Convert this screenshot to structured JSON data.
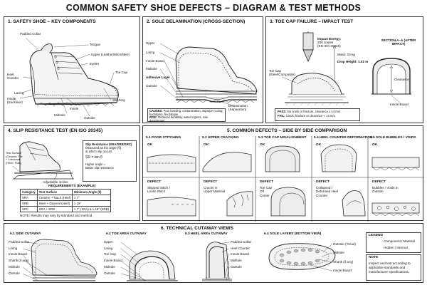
{
  "title": "COMMON SAFETY SHOE DEFECTS – DIAGRAM & TEST METHODS",
  "p1": {
    "heading": "1. SAFETY SHOE – KEY COMPONENTS",
    "labels": [
      "Padded Collar",
      "Tongue",
      "Upper (Leather/Microfiber)",
      "Eyelet",
      "Toe Cap",
      "Heel Counter",
      "Stitching",
      "Insole (Sockliner)",
      "Midsole",
      "Outsole",
      "Lacing",
      "Insole"
    ]
  },
  "p2": {
    "heading": "2. SOLE DELAMINATION (CROSS-SECTION)",
    "labels": [
      "Upper",
      "Lining",
      "Insole Board",
      "Midsole",
      "Adhesive Layer",
      "Outsole",
      "Delamination (Separation)"
    ],
    "causes_label": "CAUSES:",
    "causes_text": "Poor bonding, contamination, improper curing, hydrolysis, flex fatigue.",
    "risk_label": "RISK:",
    "risk_text": "Reduced durability, water ingress, sole detachment."
  },
  "p3": {
    "heading": "3. TOE CAP FAILURE – IMPACT TEST",
    "impact_lines": [
      "Impact Energy:",
      "200 Joules",
      "(EN ISO 20345)"
    ],
    "mass": "Mass: 20 kg",
    "drop": "Drop Height: 1.02 m",
    "toe_cap": "Toe Cap (Steel/Composite)",
    "section": "SECTION A–A (AFTER IMPACT)",
    "clearance": "Clearance",
    "insole_board": "Insole Board",
    "pass_label": "PASS:",
    "pass_text": "No crack or fracture, clearance ≥ 14 mm",
    "fail_label": "FAIL:",
    "fail_text": "Crack, fracture or clearance < 14 mm"
  },
  "p4": {
    "heading": "4. SLIP RESISTANCE TEST (EN ISO 20345)",
    "test_surface": "Test Surface (Ceramic Tile + Lubricant (Heel / Flat))",
    "adjustable": "Adjustable incline",
    "sr_title": "Slip Resistance (SRA/SRB/SRC)",
    "sr_lines": [
      "Measured as the angle (θ)",
      "at which slip occurs."
    ],
    "formula": "SR = tan θ",
    "higher": "Higher angle =",
    "better": "Better slip resistance",
    "req_title": "REQUIREMENTS (EXAMPLE)",
    "columns": [
      "Category",
      "Test Surface",
      "Minimum Angle (θ)"
    ],
    "rows": [
      [
        "SRA",
        "Ceramic + NaLS (Heel)",
        "≥ 7°"
      ],
      [
        "SRB",
        "Steel + Glycerol (Heel)",
        "≥ 18°"
      ],
      [
        "SRC",
        "SRA + SRB",
        "≥ 7° (SRA) & ≥ 18° (SRB)"
      ]
    ],
    "note": "NOTE: Results may vary by standard and method."
  },
  "p5": {
    "heading": "5. COMMON DEFECTS – SIDE BY SIDE COMPARISON",
    "ok": "OK",
    "defect": "DEFECT",
    "cols": [
      {
        "title": "5.1 POOR STITCHING",
        "defect": "Skipped Stitch / Loose Stitch"
      },
      {
        "title": "5.2 UPPER CRACKING",
        "defect": "Cracks in Upper Material"
      },
      {
        "title": "5.3 TOE CAP MISALIGNMENT",
        "defect": "Toe Cap Off Center"
      },
      {
        "title": "5.4 HEEL COUNTER DEFORMATION",
        "defect": "Collapsed / Deformed Heel Counter"
      },
      {
        "title": "5.5 SOLE BUBBLES / VOIDS",
        "defect": "Bubbles / Voids in Outsole"
      }
    ]
  },
  "p6": {
    "heading": "6. TECHNICAL CUTAWAY VIEWS",
    "c1": {
      "title": "6.1 SIDE CUTAWAY",
      "labels": [
        "Padded Collar",
        "Lining",
        "Insole Board",
        "Shank (if any)",
        "Midsole",
        "Outsole"
      ]
    },
    "c2": {
      "title": "6.2 TOE AREA CUTAWAY",
      "labels": [
        "Upper",
        "Lining",
        "Toe Cap",
        "Insole Board",
        "Midsole",
        "Outsole"
      ]
    },
    "c3": {
      "title": "6.3 HEEL AREA CUTAWAY",
      "labels": [
        "Padded Collar",
        "Heel Counter",
        "Insole Board",
        "Midsole",
        "Outsole"
      ]
    },
    "c4": {
      "title": "6.4 SOLE LAYERS (BOTTOM VIEW)",
      "labels": [
        "Outsole (Tread)",
        "Midsole",
        "Shank (if any)",
        "Insole Board"
      ]
    },
    "legend_title": "LEGEND",
    "legend": [
      "Component / Material",
      "Hidden / Internal"
    ],
    "note_label": "NOTE",
    "note_lines": [
      "Inspect and test according to",
      "applicable standards and",
      "manufacturer specifications."
    ]
  }
}
